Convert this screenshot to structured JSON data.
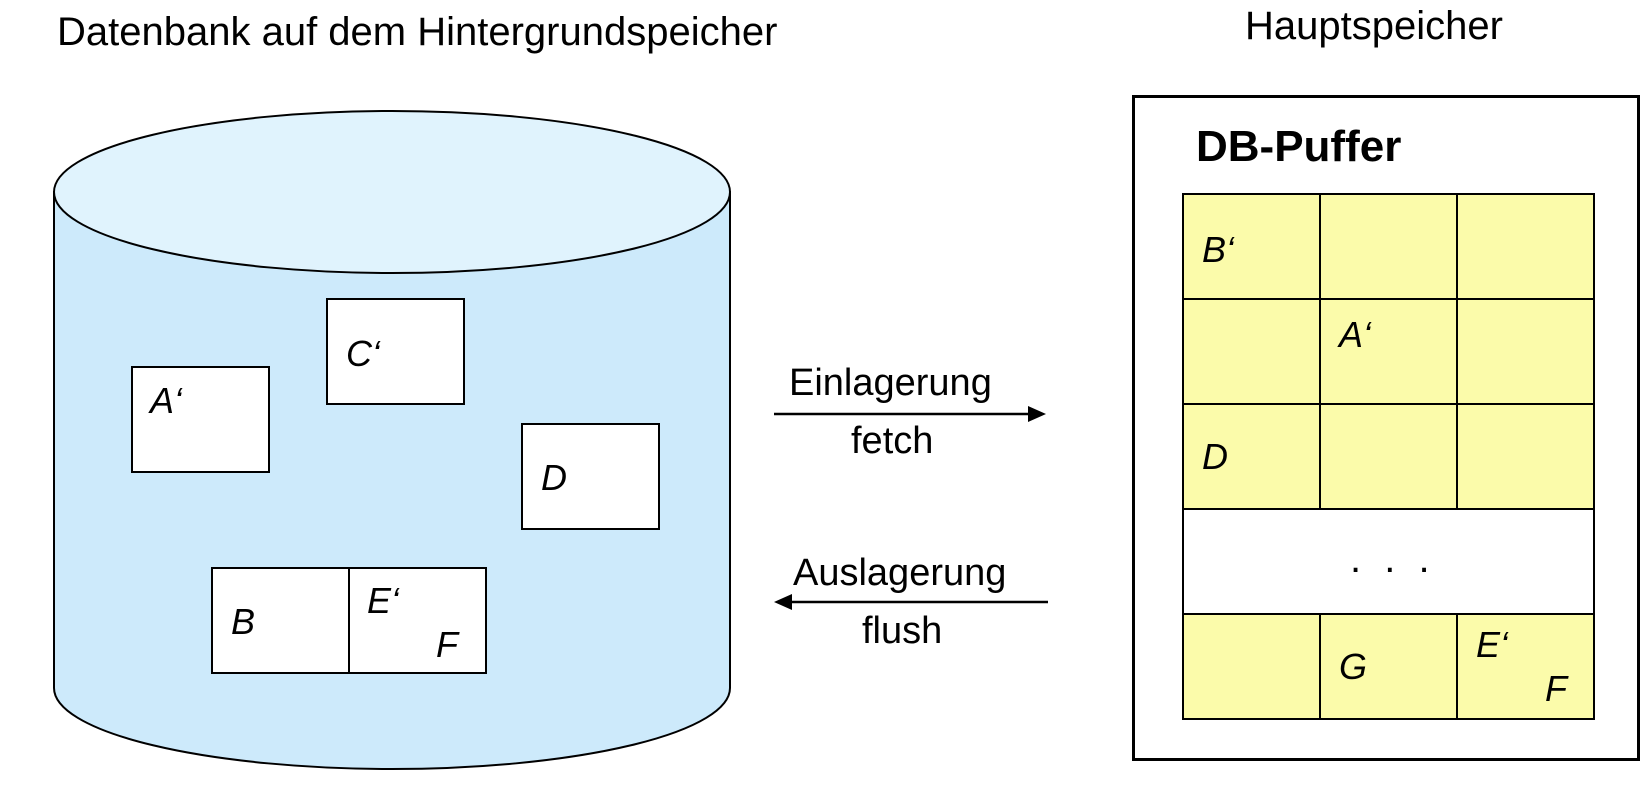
{
  "left_title": "Datenbank auf dem Hintergrundspeicher",
  "right_title": "Hauptspeicher",
  "db": {
    "pages": {
      "a": "A‘",
      "c": "C‘",
      "d": "D",
      "b": "B",
      "e": "E‘",
      "f": "F"
    }
  },
  "arrows": {
    "in_label": "Einlagerung",
    "in_sublabel": "fetch",
    "out_label": "Auslagerung",
    "out_sublabel": "flush"
  },
  "buffer": {
    "title": "DB-Puffer",
    "ellipsis": ". . .",
    "cells": {
      "r1c1": "B‘",
      "r2c2": "A‘",
      "r3c1": "D",
      "r5c2": "G",
      "r5c3_top": "E‘",
      "r5c3_bottom": "F"
    }
  },
  "colors": {
    "cylinder_fill": "#cdeafb",
    "cylinder_top": "#e0f3fd",
    "buffer_cell": "#fbfbaa"
  }
}
